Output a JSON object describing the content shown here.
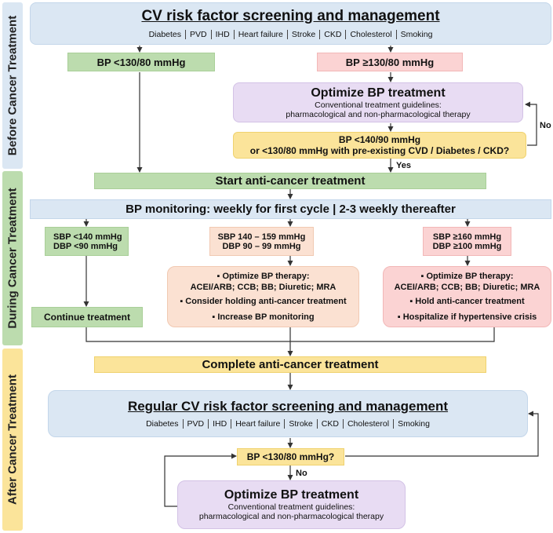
{
  "phases": {
    "before": "Before Cancer Treatment",
    "during": "During Cancer Treatment",
    "after": "After Cancer Treatment"
  },
  "screening": {
    "title": "CV risk factor screening and management",
    "factors": [
      "Diabetes",
      "PVD",
      "IHD",
      "Heart failure",
      "Stroke",
      "CKD",
      "Cholesterol",
      "Smoking"
    ]
  },
  "bp_low": "BP <130/80 mmHg",
  "bp_high": "BP ≥130/80 mmHg",
  "optimize_top": {
    "title": "Optimize BP treatment",
    "line1": "Conventional treatment guidelines:",
    "line2": "pharmacological and non-pharmacological therapy"
  },
  "target": {
    "line1": "BP <140/90 mmHg",
    "line2": "or <130/80 mmHg with pre-existing CVD / Diabetes / CKD?"
  },
  "yes_label": "Yes",
  "no_label_top": "No",
  "start": "Start anti-cancer treatment",
  "monitoring": "BP monitoring: weekly for first cycle | 2-3 weekly thereafter",
  "col1": {
    "sbp": "SBP <140  mmHg",
    "dbp": "DBP <90  mmHg",
    "action": "Continue treatment"
  },
  "col2": {
    "sbp": "SBP 140 – 159 mmHg",
    "dbp": "DBP 90 – 99 mmHg",
    "b1a": "▪ Optimize BP therapy:",
    "b1b": "ACEI/ARB; CCB; BB; Diuretic; MRA",
    "b2": "▪ Consider holding anti-cancer treatment",
    "b3": "▪ Increase BP monitoring"
  },
  "col3": {
    "sbp": "SBP ≥160 mmHg",
    "dbp": "DBP ≥100 mmHg",
    "b1a": "▪ Optimize BP therapy:",
    "b1b": "ACEI/ARB; CCB; BB; Diuretic; MRA",
    "b2": "▪ Hold anti-cancer treatment",
    "b3": "▪ Hospitalize if hypertensive crisis"
  },
  "complete": "Complete anti-cancer treatment",
  "regular": {
    "title": "Regular CV risk factor screening and management",
    "factors": [
      "Diabetes",
      "PVD",
      "IHD",
      "Heart failure",
      "Stroke",
      "CKD",
      "Cholesterol",
      "Smoking"
    ]
  },
  "question": "BP <130/80 mmHg?",
  "no_label_bottom": "No",
  "optimize_bottom": {
    "title": "Optimize BP treatment",
    "line1": "Conventional treatment guidelines:",
    "line2": "pharmacological and non-pharmacological therapy"
  },
  "colors": {
    "blue": "#dbe7f3",
    "green": "#bcdcae",
    "pink": "#fbd3d3",
    "purple": "#e8dcf3",
    "yellow": "#fbe49a",
    "peach": "#fbe1d2",
    "phase_before": "#dbe7f3",
    "phase_during": "#bcdcae",
    "phase_after": "#fbe49a"
  }
}
